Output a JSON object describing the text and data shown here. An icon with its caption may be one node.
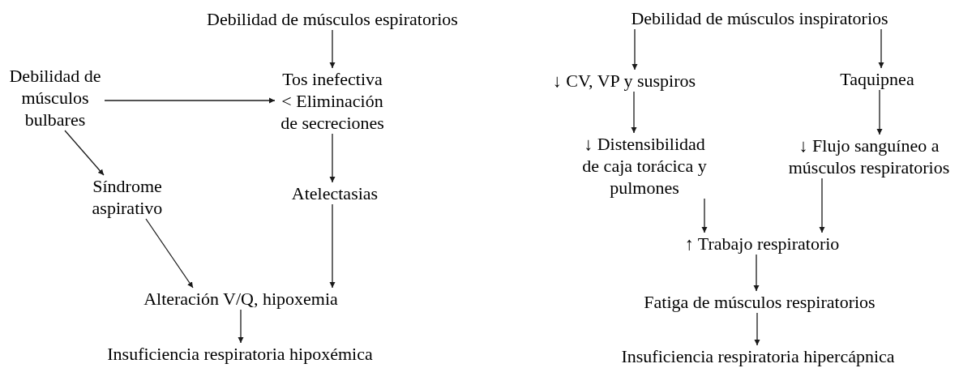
{
  "diagram": {
    "nodes": [
      {
        "text": [
          "Debilidad de músculos espiratorios"
        ]
      },
      {
        "text": [
          "Debilidad de músculos bulbares"
        ]
      },
      {
        "text": [
          "Tos inefectiva < Eliminación de secreciones"
        ]
      },
      {
        "text": [
          "Síndrome aspirativo"
        ]
      },
      {
        "text": [
          "Atelectasias"
        ]
      },
      {
        "text": [
          "Alteración V/Q, hipoxemia"
        ]
      },
      {
        "text": [
          "Insuficiencia respiratoria hipoxémica"
        ]
      },
      {
        "text": [
          "Debilidad de músculos inspiratorios"
        ]
      },
      {
        "text": [
          "↓ CV, VP y suspiros"
        ]
      },
      {
        "text": [
          "Taquipnea"
        ]
      },
      {
        "text": [
          "↓ Distensibilidad de caja torácica y pulmones"
        ]
      },
      {
        "text": [
          "↓ Flujo sanguíneo a músculos respiratorios"
        ]
      },
      {
        "text": [
          "↑ Trabajo respiratorio"
        ]
      },
      {
        "text": [
          "Fatiga de músculos respiratorios"
        ]
      },
      {
        "text": [
          "Insuficiencia respiratoria hipercápnica"
        ]
      }
    ],
    "edges": [
      {
        "from": 0,
        "to": 2,
        "arrow": "to"
      },
      {
        "from": 1,
        "to": 2,
        "arrow": "to"
      },
      {
        "from": 1,
        "to": 3,
        "arrow": "to"
      },
      {
        "from": 2,
        "to": 4,
        "arrow": "to"
      },
      {
        "from": 3,
        "to": 5,
        "arrow": "to"
      },
      {
        "from": 4,
        "to": 5,
        "arrow": "to"
      },
      {
        "from": 5,
        "to": 6,
        "arrow": "to"
      },
      {
        "from": 7,
        "to": 8,
        "arrow": "to"
      },
      {
        "from": 7,
        "to": 9,
        "arrow": "to"
      },
      {
        "from": 8,
        "to": 10,
        "arrow": "to"
      },
      {
        "from": 9,
        "to": 11,
        "arrow": "to"
      },
      {
        "from": 10,
        "to": 12,
        "arrow": "to"
      },
      {
        "from": 11,
        "to": 12,
        "arrow": "to"
      },
      {
        "from": 12,
        "to": 13,
        "arrow": "to"
      },
      {
        "from": 13,
        "to": 14,
        "arrow": "to"
      }
    ]
  }
}
